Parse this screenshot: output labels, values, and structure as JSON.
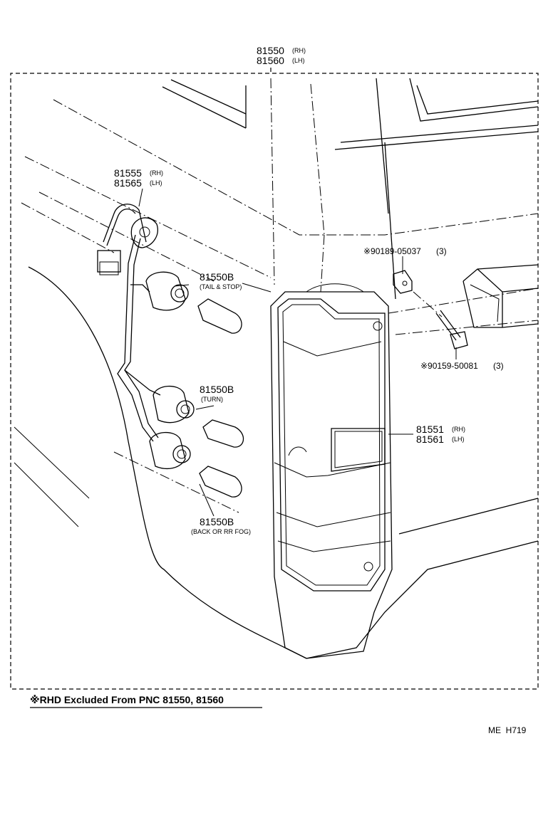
{
  "assembly": {
    "number": "81550",
    "rh": "(RH)",
    "number_lh": "81560",
    "lh": "(LH)"
  },
  "socket_wire": {
    "number": "81555",
    "rh": "(RH)",
    "number_lh": "81565",
    "lh": "(LH)"
  },
  "bulbs": [
    {
      "number": "81550B",
      "desc": "(TAIL & STOP)"
    },
    {
      "number": "81550B",
      "desc": "(TURN)"
    },
    {
      "number": "81550B",
      "desc": "(BACK OR RR FOG)"
    }
  ],
  "lens": {
    "number": "81551",
    "rh": "(RH)",
    "number_lh": "81561",
    "lh": "(LH)"
  },
  "nut": {
    "label": "※90189-05037",
    "qty": "(3)"
  },
  "screw": {
    "label": "※90159-50081",
    "qty": "(3)"
  },
  "footnote": "※RHD Excluded From PNC 81550, 81560",
  "page_code": "ME  H719"
}
